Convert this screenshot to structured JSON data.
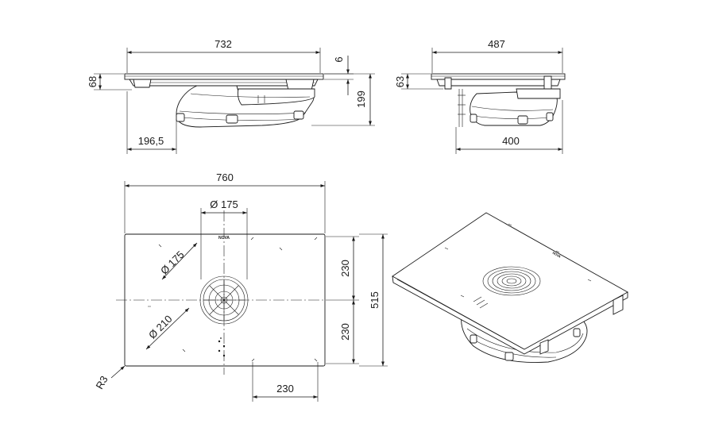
{
  "dimensions": {
    "front_width": "732",
    "front_height": "68",
    "glass_thickness": "6",
    "total_height": "199",
    "fan_offset": "196,5",
    "side_depth": "487",
    "side_height": "63",
    "side_unit_depth": "400",
    "top_width": "760",
    "vent_diameter": "Ø 175",
    "diag_175": "Ø 175",
    "diag_210": "Ø 210",
    "upper_half": "230",
    "lower_half": "230",
    "top_depth": "515",
    "bottom_offset": "230",
    "corner_radius": "R3"
  },
  "brand_mark": "NOVA",
  "colors": {
    "line": "#1a1a1a",
    "background": "#ffffff"
  }
}
